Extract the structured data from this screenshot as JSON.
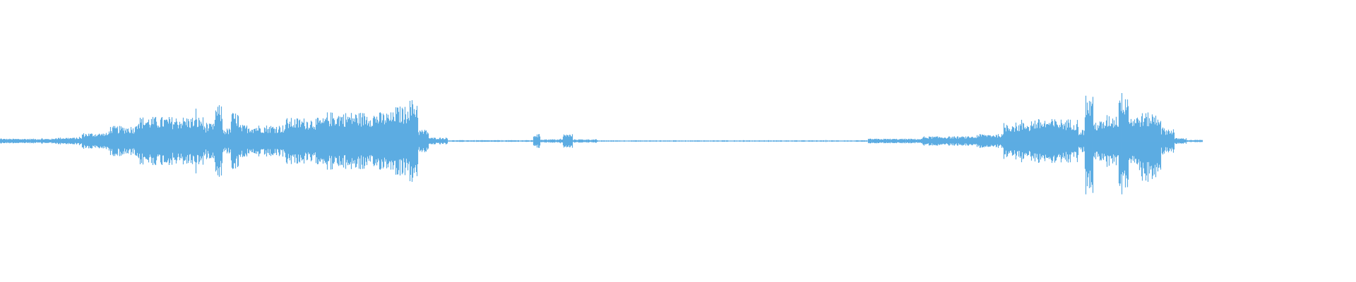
{
  "waveform": {
    "color": "#5DACE2",
    "background": "#FFFFFF",
    "duration_fraction_drawn": 0.887,
    "segments": [
      {
        "start": 0.0,
        "end": 0.04,
        "amp": 0.04,
        "upper_scale": 1.0
      },
      {
        "start": 0.04,
        "end": 0.06,
        "amp": 0.06,
        "upper_scale": 1.0
      },
      {
        "start": 0.06,
        "end": 0.08,
        "amp": 0.14,
        "upper_scale": 1.0
      },
      {
        "start": 0.08,
        "end": 0.1,
        "amp": 0.26,
        "upper_scale": 1.0
      },
      {
        "start": 0.1,
        "end": 0.15,
        "amp": 0.42,
        "upper_scale": 1.0
      },
      {
        "start": 0.15,
        "end": 0.158,
        "amp": 0.3,
        "upper_scale": 1.0
      },
      {
        "start": 0.158,
        "end": 0.164,
        "amp": 0.62,
        "upper_scale": 1.0
      },
      {
        "start": 0.164,
        "end": 0.17,
        "amp": 0.22,
        "upper_scale": 1.0
      },
      {
        "start": 0.17,
        "end": 0.176,
        "amp": 0.5,
        "upper_scale": 1.0
      },
      {
        "start": 0.176,
        "end": 0.21,
        "amp": 0.28,
        "upper_scale": 1.0
      },
      {
        "start": 0.21,
        "end": 0.24,
        "amp": 0.4,
        "upper_scale": 1.0
      },
      {
        "start": 0.24,
        "end": 0.29,
        "amp": 0.5,
        "upper_scale": 1.0
      },
      {
        "start": 0.29,
        "end": 0.3,
        "amp": 0.6,
        "upper_scale": 1.0
      },
      {
        "start": 0.3,
        "end": 0.308,
        "amp": 0.72,
        "upper_scale": 1.0
      },
      {
        "start": 0.308,
        "end": 0.316,
        "amp": 0.2,
        "upper_scale": 1.0
      },
      {
        "start": 0.316,
        "end": 0.33,
        "amp": 0.06,
        "upper_scale": 1.0
      },
      {
        "start": 0.33,
        "end": 0.393,
        "amp": 0.015,
        "upper_scale": 1.0
      },
      {
        "start": 0.393,
        "end": 0.398,
        "amp": 0.12,
        "upper_scale": 1.0
      },
      {
        "start": 0.398,
        "end": 0.415,
        "amp": 0.03,
        "upper_scale": 1.0
      },
      {
        "start": 0.415,
        "end": 0.422,
        "amp": 0.12,
        "upper_scale": 1.0
      },
      {
        "start": 0.422,
        "end": 0.44,
        "amp": 0.03,
        "upper_scale": 1.0
      },
      {
        "start": 0.44,
        "end": 0.64,
        "amp": 0.012,
        "upper_scale": 1.0
      },
      {
        "start": 0.64,
        "end": 0.68,
        "amp": 0.04,
        "upper_scale": 1.0
      },
      {
        "start": 0.68,
        "end": 0.72,
        "amp": 0.08,
        "upper_scale": 1.0
      },
      {
        "start": 0.72,
        "end": 0.74,
        "amp": 0.12,
        "upper_scale": 1.0
      },
      {
        "start": 0.74,
        "end": 0.76,
        "amp": 0.32,
        "upper_scale": 1.0
      },
      {
        "start": 0.76,
        "end": 0.795,
        "amp": 0.38,
        "upper_scale": 1.0
      },
      {
        "start": 0.795,
        "end": 0.8,
        "amp": 0.2,
        "upper_scale": 1.0
      },
      {
        "start": 0.8,
        "end": 0.806,
        "amp": 0.9,
        "upper_scale": 0.85
      },
      {
        "start": 0.806,
        "end": 0.815,
        "amp": 0.35,
        "upper_scale": 1.0
      },
      {
        "start": 0.815,
        "end": 0.825,
        "amp": 0.45,
        "upper_scale": 1.0
      },
      {
        "start": 0.825,
        "end": 0.832,
        "amp": 1.0,
        "upper_scale": 0.9
      },
      {
        "start": 0.832,
        "end": 0.84,
        "amp": 0.45,
        "upper_scale": 1.0
      },
      {
        "start": 0.84,
        "end": 0.856,
        "amp": 0.7,
        "upper_scale": 0.7
      },
      {
        "start": 0.856,
        "end": 0.866,
        "amp": 0.22,
        "upper_scale": 1.0
      },
      {
        "start": 0.866,
        "end": 0.875,
        "amp": 0.05,
        "upper_scale": 1.0
      },
      {
        "start": 0.875,
        "end": 0.887,
        "amp": 0.02,
        "upper_scale": 1.0
      }
    ]
  }
}
